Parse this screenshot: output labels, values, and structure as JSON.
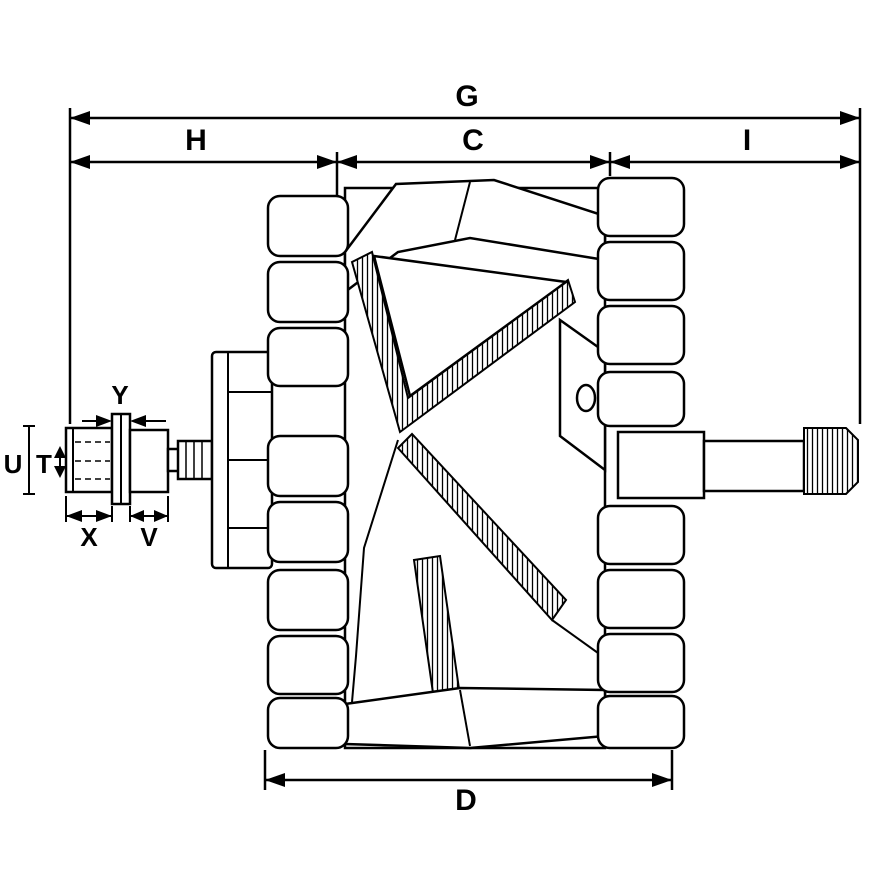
{
  "drawing": {
    "background_color": "#ffffff",
    "line_color": "#000000",
    "dimensions": {
      "overall_length": "G",
      "left_section": "H",
      "core_section": "C",
      "right_section": "I",
      "rotor_diameter": "D",
      "shaft_end_diameter": "U",
      "thread_detail": "T",
      "collar_width": "Y",
      "shaft_end_length": "X",
      "spacer_length": "V"
    }
  }
}
